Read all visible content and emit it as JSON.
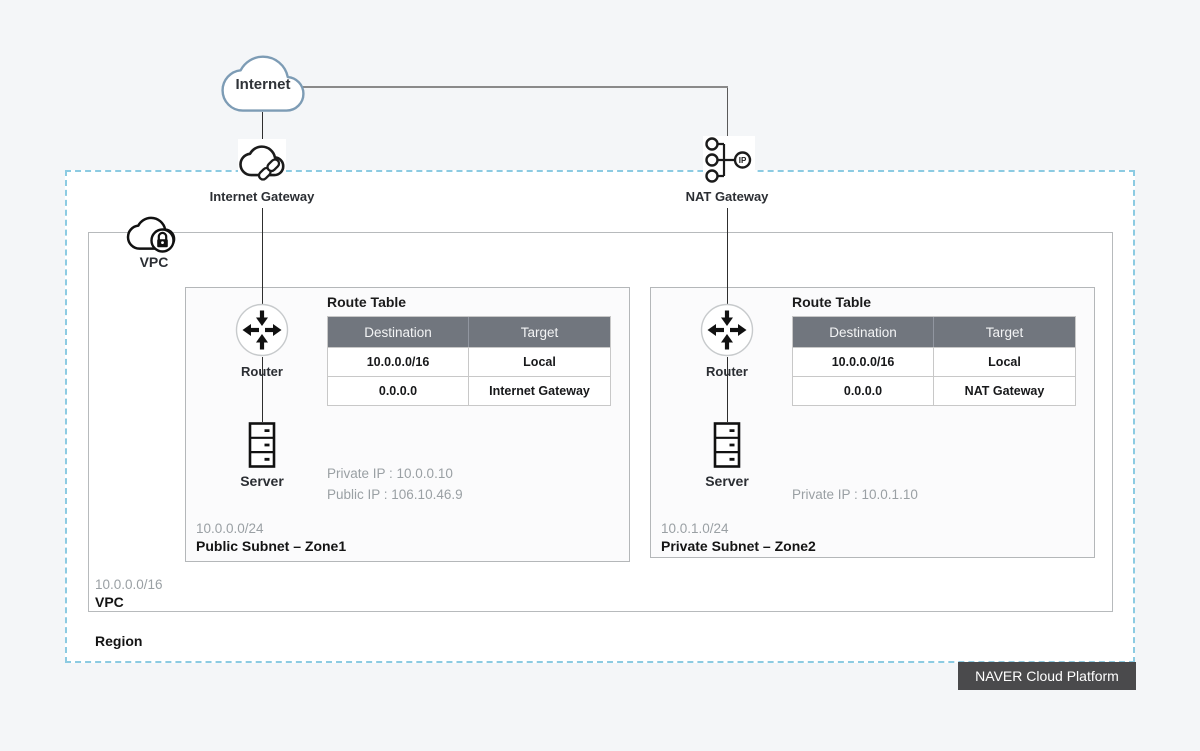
{
  "internet": {
    "label": "Internet"
  },
  "gateways": {
    "internet_gateway": {
      "label": "Internet Gateway"
    },
    "nat_gateway": {
      "label": "NAT Gateway"
    }
  },
  "vpc": {
    "icon_label": "VPC",
    "cidr": "10.0.0.0/16",
    "label": "VPC"
  },
  "region": {
    "label": "Region"
  },
  "badge": {
    "label": "NAVER Cloud Platform"
  },
  "subnets": [
    {
      "cidr": "10.0.0.0/24",
      "name": "Public Subnet – Zone1",
      "router_label": "Router",
      "server_label": "Server",
      "ip_lines": [
        "Private IP : 10.0.0.10",
        "Public IP : 106.10.46.9"
      ],
      "route_table": {
        "title": "Route Table",
        "headers": [
          "Destination",
          "Target"
        ],
        "rows": [
          [
            "10.0.0.0/16",
            "Local"
          ],
          [
            "0.0.0.0",
            "Internet Gateway"
          ]
        ]
      }
    },
    {
      "cidr": "10.0.1.0/24",
      "name": "Private Subnet – Zone2",
      "router_label": "Router",
      "server_label": "Server",
      "ip_lines": [
        "Private IP : 10.0.1.10"
      ],
      "route_table": {
        "title": "Route Table",
        "headers": [
          "Destination",
          "Target"
        ],
        "rows": [
          [
            "10.0.0.0/16",
            "Local"
          ],
          [
            "0.0.0.0",
            "NAT Gateway"
          ]
        ]
      }
    }
  ],
  "icons": {
    "internet": "cloud-outline",
    "internet_gateway": "cloud-with-chain-link",
    "nat_gateway": "ports-to-ip-circle",
    "vpc": "cloud-with-lock",
    "router": "circle-with-four-arrows",
    "server": "server-stack"
  },
  "colors": {
    "page_bg": "#f4f6f8",
    "region_border": "#8ccbe2",
    "box_border": "#b7babc",
    "table_header_bg": "#71767e",
    "badge_bg": "#4a4a4c",
    "muted_text": "#9aa0a4",
    "internet_cloud_stroke": "#7d9cb5"
  }
}
